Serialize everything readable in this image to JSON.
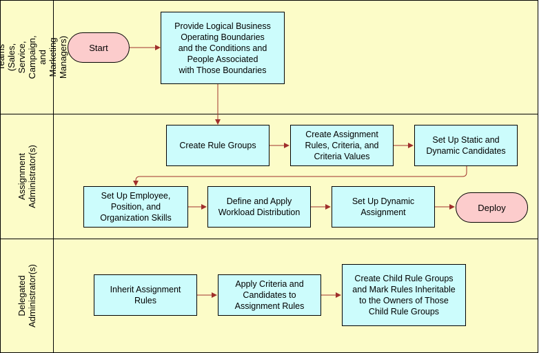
{
  "lanes": [
    {
      "label": "Business Teams (Sales,\nService, Campaign, and\nMarketing Managers)"
    },
    {
      "label": "Assignment\nAdministrator(s)"
    },
    {
      "label": "Delegated\nAdministrator(s)"
    }
  ],
  "nodes": {
    "start": "Start",
    "provide_boundaries": "Provide Logical Business\nOperating Boundaries\nand the Conditions and\nPeople Associated\nwith Those Boundaries",
    "create_rule_groups": "Create Rule Groups",
    "create_assignment_rules": "Create Assignment\nRules, Criteria, and\nCriteria Values",
    "set_up_candidates": "Set Up Static and\nDynamic Candidates",
    "set_up_skills": "Set Up Employee,\nPosition, and\nOrganization Skills",
    "define_workload": "Define and Apply\nWorkload Distribution",
    "set_up_dynamic_assignment": "Set Up Dynamic\nAssignment",
    "deploy": "Deploy",
    "inherit_rules": "Inherit Assignment\nRules",
    "apply_criteria": "Apply Criteria and\nCandidates to\nAssignment Rules",
    "create_child_groups": "Create Child Rule Groups\nand Mark Rules Inheritable\nto the Owners of Those\nChild Rule Groups"
  },
  "colors": {
    "lane_fill": "#fcfcc8",
    "process_fill": "#ccfcfc",
    "terminal_fill": "#fccccc",
    "connector": "#a0302c"
  }
}
